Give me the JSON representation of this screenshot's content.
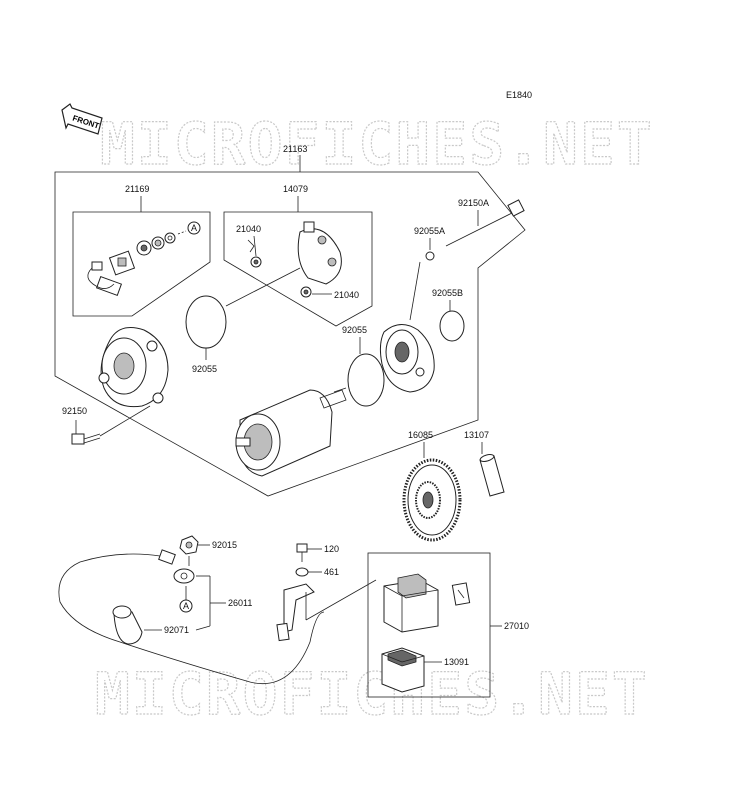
{
  "diagram_code": "E1840",
  "front_label": "FRONT",
  "watermark": "MICROFICHES.NET",
  "reference_marker": "A",
  "parts": {
    "starter_assy": "21163",
    "brush_kit": "21169",
    "brush_holder": "14079",
    "brush_upper": "21040",
    "brush_lower": "21040",
    "oring_left": "92055",
    "oring_mid": "92055",
    "washer_92055A": "92055A",
    "bolt_92150A": "92150A",
    "oring_92055B": "92055B",
    "bolt_92150": "92150",
    "gear": "16085",
    "shaft": "13107",
    "nut": "92015",
    "cable": "26011",
    "cap": "92071",
    "bolt_120": "120",
    "washer_461": "461",
    "relay": "27010",
    "relay_cover": "13091"
  }
}
